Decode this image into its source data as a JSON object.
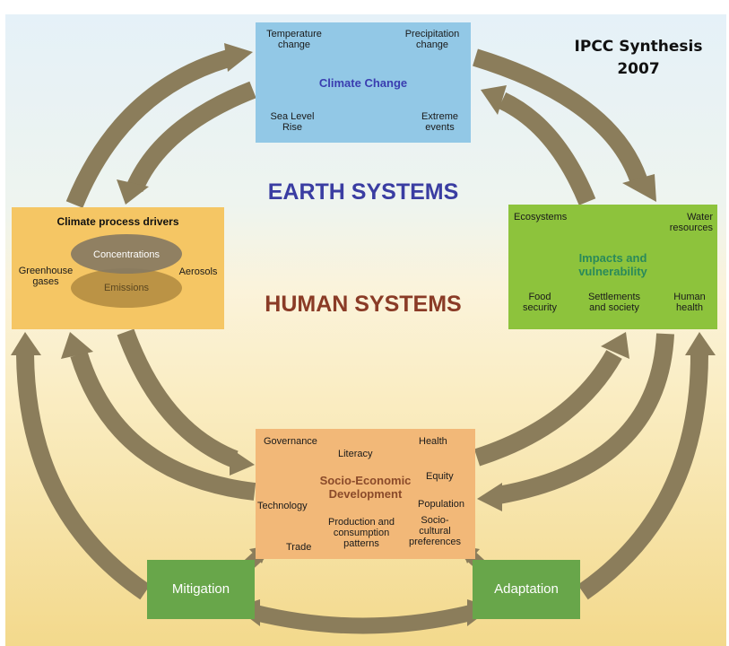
{
  "header": {
    "source_line1": "IPCC Synthesis",
    "source_line2": "2007"
  },
  "regions": {
    "earth": "EARTH SYSTEMS",
    "human": "HUMAN SYSTEMS"
  },
  "climate_change": {
    "title": "Climate Change",
    "temperature": "Temperature\nchange",
    "precipitation": "Precipitation\nchange",
    "sea_level": "Sea Level\nRise",
    "extreme": "Extreme\nevents"
  },
  "drivers": {
    "title": "Climate process drivers",
    "concentrations": "Concentrations",
    "emissions": "Emissions",
    "greenhouse": "Greenhouse\ngases",
    "aerosols": "Aerosols"
  },
  "impacts": {
    "title": "Impacts and\nvulnerability",
    "ecosystems": "Ecosystems",
    "water": "Water\nresources",
    "food": "Food\nsecurity",
    "settlements": "Settlements\nand society",
    "health": "Human\nhealth"
  },
  "socio": {
    "title": "Socio-Economic\nDevelopment",
    "governance": "Governance",
    "literacy": "Literacy",
    "health": "Health",
    "equity": "Equity",
    "technology": "Technology",
    "population": "Population",
    "production": "Production and\nconsumption\npatterns",
    "sociocultural": "Socio-\ncultural\npreferences",
    "trade": "Trade"
  },
  "responses": {
    "mitigation": "Mitigation",
    "adaptation": "Adaptation"
  },
  "colors": {
    "arrow": "#8b7d5b",
    "climate_box": "#92c8e6",
    "drivers_box": "#f5c664",
    "impacts_box": "#8dc33c",
    "socio_box": "#f2b878",
    "response_box": "#68a64a"
  }
}
